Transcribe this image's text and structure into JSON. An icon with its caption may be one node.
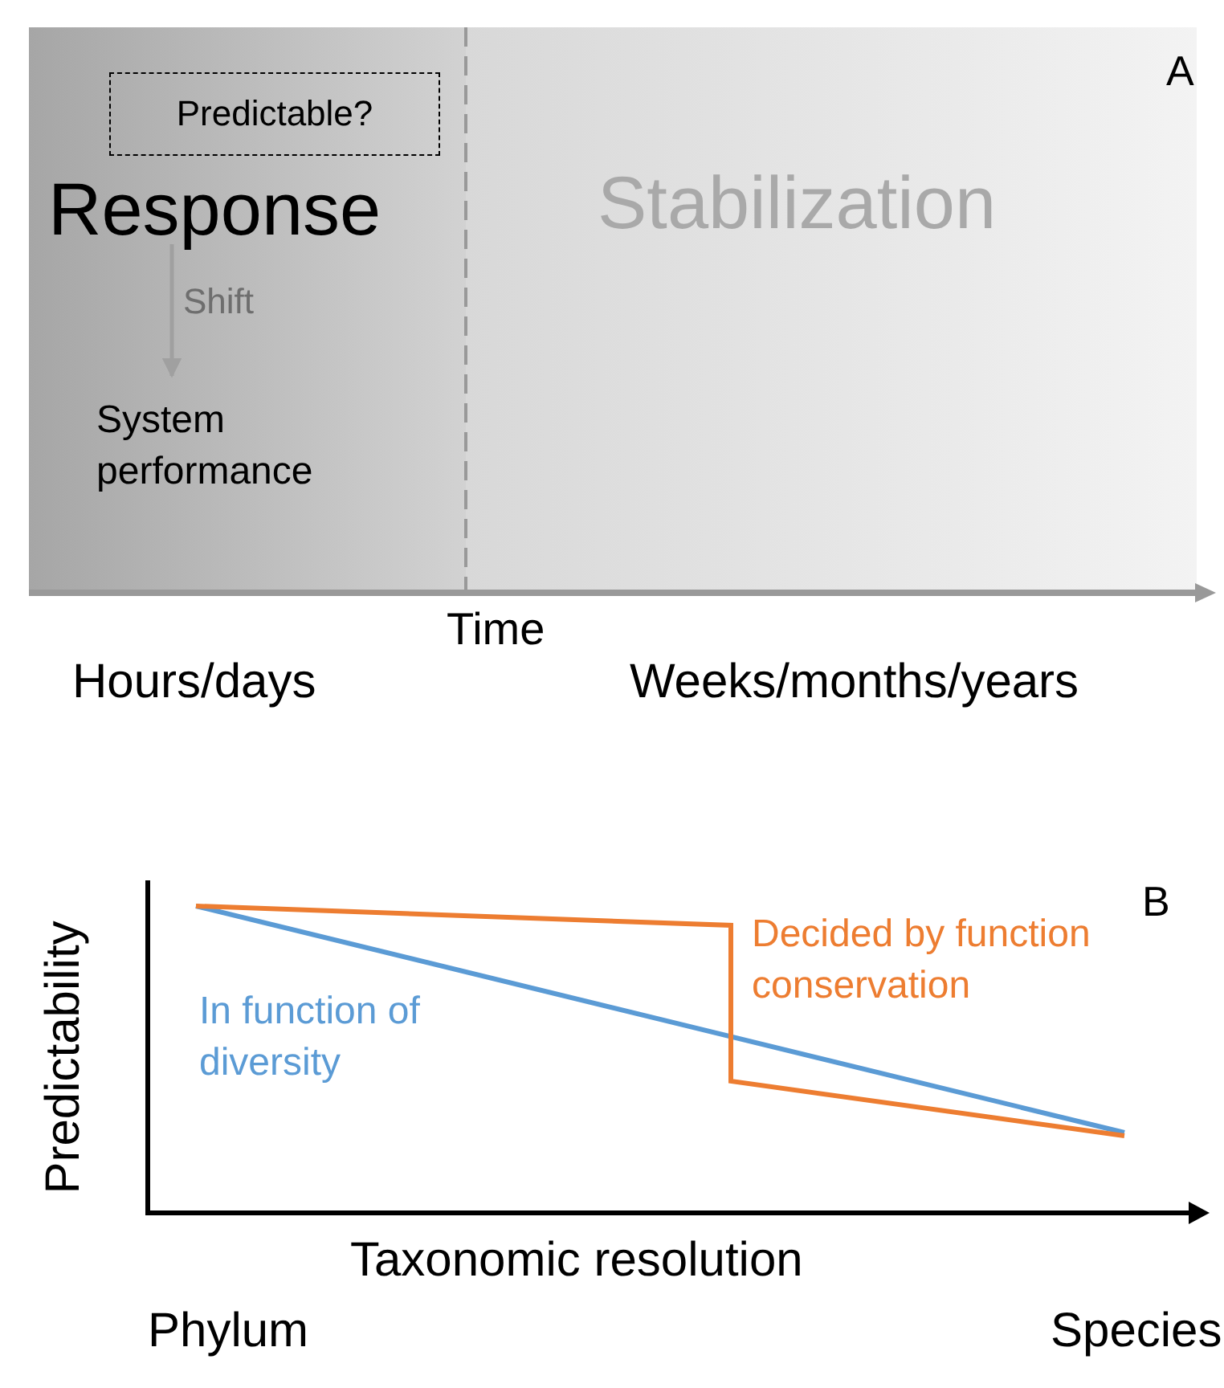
{
  "diagram": {
    "nodes": [
      {
        "text": [
          "Predictable?"
        ]
      },
      {
        "text": [
          "Response"
        ]
      },
      {
        "text": [
          "System performance"
        ]
      }
    ],
    "edges": [
      {
        "from": 1,
        "to": 2,
        "arrow": "to",
        "label": "Shift",
        "color": "#a0a0a0"
      }
    ],
    "labels": [
      "Stabilization",
      "A",
      "Time",
      "Hours/days",
      "Weeks/months/years",
      "B",
      "Decided by function conservation",
      "In function of diversity",
      "Predictability",
      "Taxonomic resolution",
      "Phylum",
      "Species"
    ]
  }
}
